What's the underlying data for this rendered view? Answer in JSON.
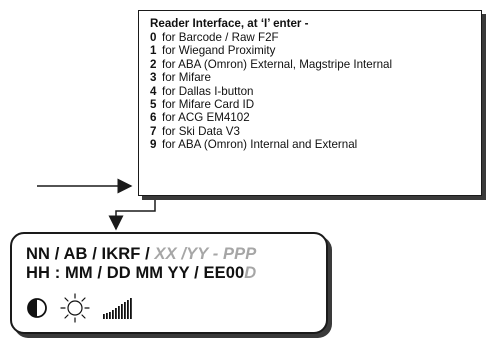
{
  "callout": {
    "title": "Reader Interface, at ‘I’ enter -",
    "options": [
      {
        "key": "0",
        "text": "for Barcode / Raw F2F"
      },
      {
        "key": "1",
        "text": "for Wiegand Proximity"
      },
      {
        "key": "2",
        "text": "for ABA (Omron) External, Magstripe Internal"
      },
      {
        "key": "3",
        "text": "for Mifare"
      },
      {
        "key": "4",
        "text": "for Dallas I-button"
      },
      {
        "key": "5",
        "text": "for Mifare Card ID"
      },
      {
        "key": "6",
        "text": "for ACG EM4102"
      },
      {
        "key": "7",
        "text": "for Ski Data V3"
      },
      {
        "key": "9",
        "text": "for ABA (Omron) Internal and External"
      }
    ]
  },
  "display": {
    "line1": {
      "a": "NN / AB / IKRF /",
      "b": "XX /",
      "c": "YY",
      "d": " - ",
      "e": "PPP"
    },
    "line2": {
      "a": "HH : MM / DD MM YY / EE00",
      "b": "D"
    },
    "icons": [
      "contrast-icon",
      "brightness-icon",
      "signal-strength-icon"
    ]
  },
  "colors": {
    "ink": "#111111",
    "placeholder": "#a6a6a6"
  }
}
